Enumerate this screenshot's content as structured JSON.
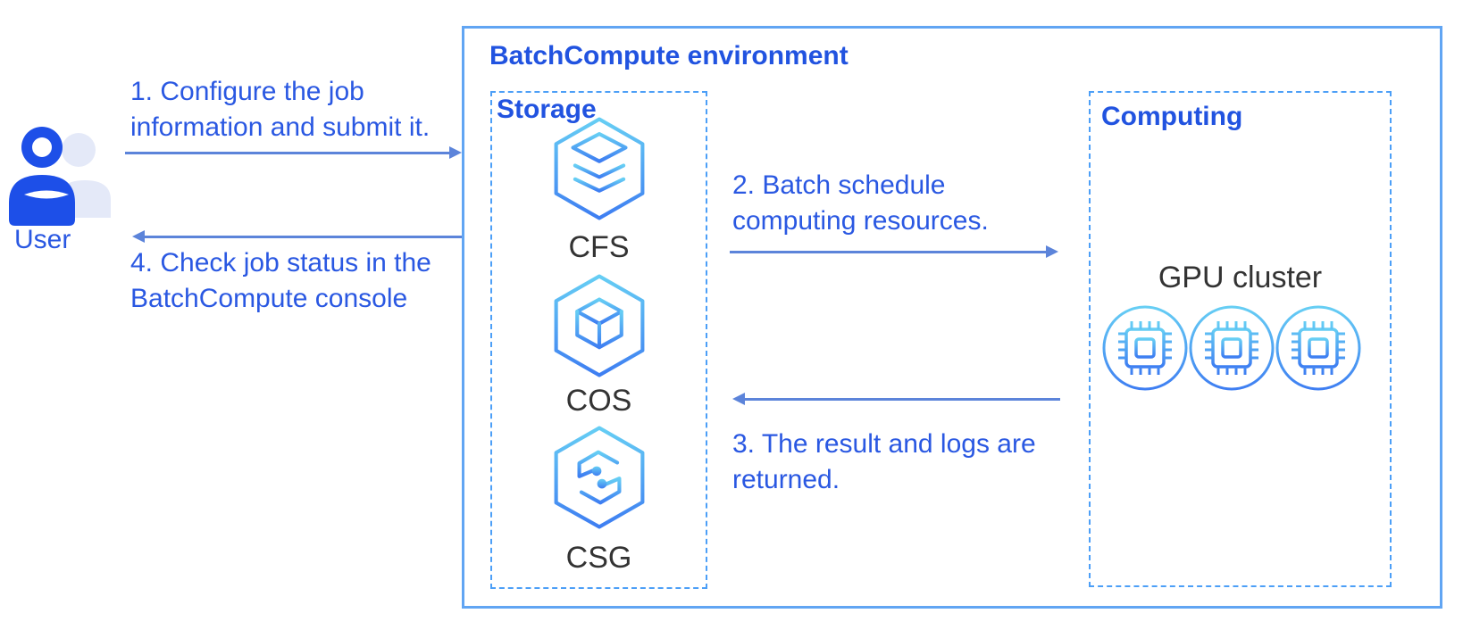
{
  "environment": {
    "title": "BatchCompute environment"
  },
  "user": {
    "label": "User"
  },
  "storage": {
    "label": "Storage",
    "services": [
      "CFS",
      "COS",
      "CSG"
    ]
  },
  "computing": {
    "label": "Computing",
    "cluster_label": "GPU cluster",
    "node_count": 3
  },
  "flows": {
    "step1": {
      "lines": [
        "1. Configure the job",
        "information and submit it."
      ],
      "direction": "right",
      "from": "User",
      "to": "BatchCompute environment"
    },
    "step2": {
      "lines": [
        "2. Batch schedule",
        "computing resources."
      ],
      "direction": "right",
      "from": "Storage",
      "to": "Computing"
    },
    "step3": {
      "lines": [
        "3. The result and logs are",
        "returned."
      ],
      "direction": "left",
      "from": "Computing",
      "to": "Storage"
    },
    "step4": {
      "lines": [
        "4. Check job status in the",
        "BatchCompute console"
      ],
      "direction": "left",
      "from": "BatchCompute environment",
      "to": "User"
    }
  },
  "icons": {
    "user": "user-icon",
    "cfs": "layers-hexagon-icon",
    "cos": "cube-hexagon-icon",
    "csg": "s-hexagon-icon",
    "gpu_node": "chip-circle-icon"
  },
  "colors": {
    "text_blue": "#2a58e2",
    "title_blue": "#2153e0",
    "label_dark": "#333333",
    "arrow_blue": "#5c84da",
    "solid_border": "#61a5f3",
    "dashed_border": "#4c9ff7",
    "user_fill": "#1d4fe8",
    "user_ghost": "#e4e9f8",
    "icon_gradient_top": "#66cef4",
    "icon_gradient_bottom": "#3e7ef2",
    "background": "#ffffff"
  }
}
